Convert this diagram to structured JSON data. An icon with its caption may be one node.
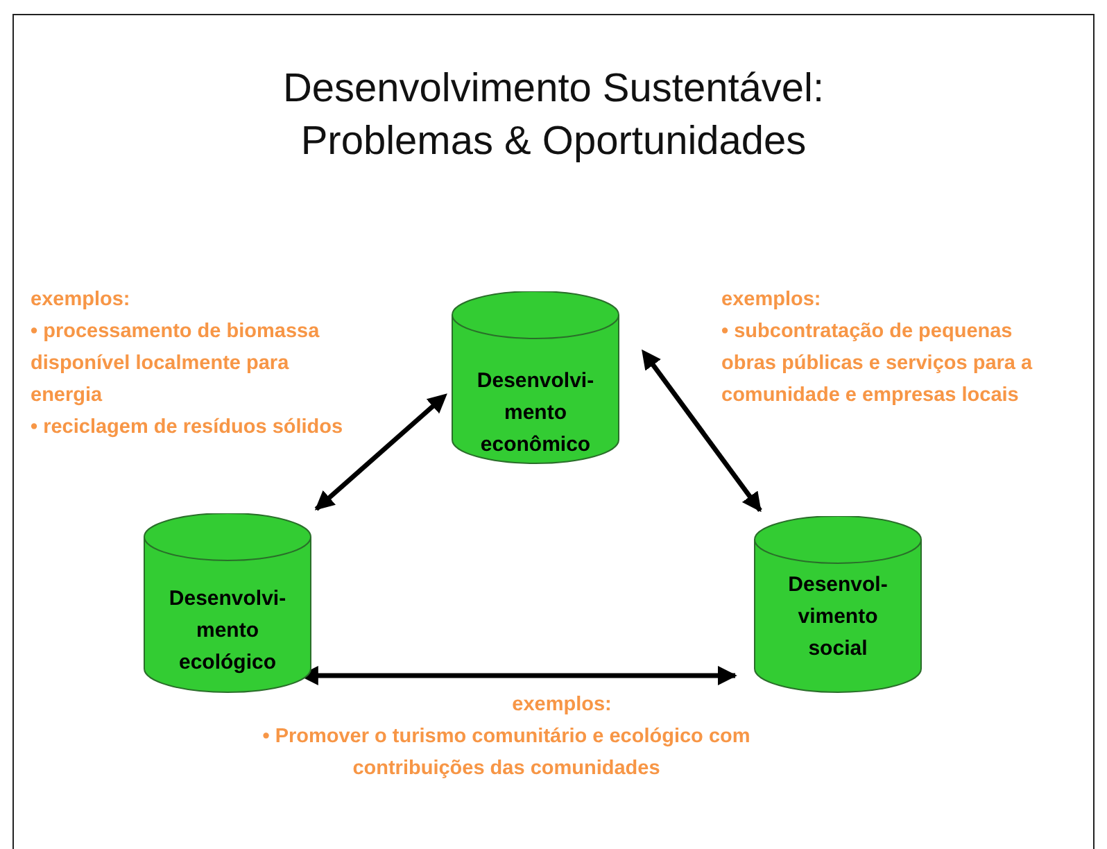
{
  "diagram": {
    "title": "Desenvolvimento Sustentável: Problemas & Oportunidades",
    "nodes": [
      {
        "text": [
          "Desenvolvi- mento econômico"
        ]
      },
      {
        "text": [
          "Desenvolvi- mento ecológico"
        ]
      },
      {
        "text": [
          "Desenvol- vimento social"
        ]
      }
    ],
    "edges": [
      {
        "from": 0,
        "to": 1,
        "arrow": "both"
      },
      {
        "from": 0,
        "to": 2,
        "arrow": "both"
      },
      {
        "from": 1,
        "to": 2,
        "arrow": "both"
      }
    ],
    "labels": [
      "exemplos:",
      "• processamento de biomassa disponível localmente para energia",
      "• reciclagem de resíduos sólidos",
      "exemplos:",
      "• subcontratação de pequenas obras públicas e serviços para a comunidade e empresas locais",
      "exemplos:",
      "• Promover o turismo comunitário e ecológico com contribuições das comunidades"
    ]
  }
}
